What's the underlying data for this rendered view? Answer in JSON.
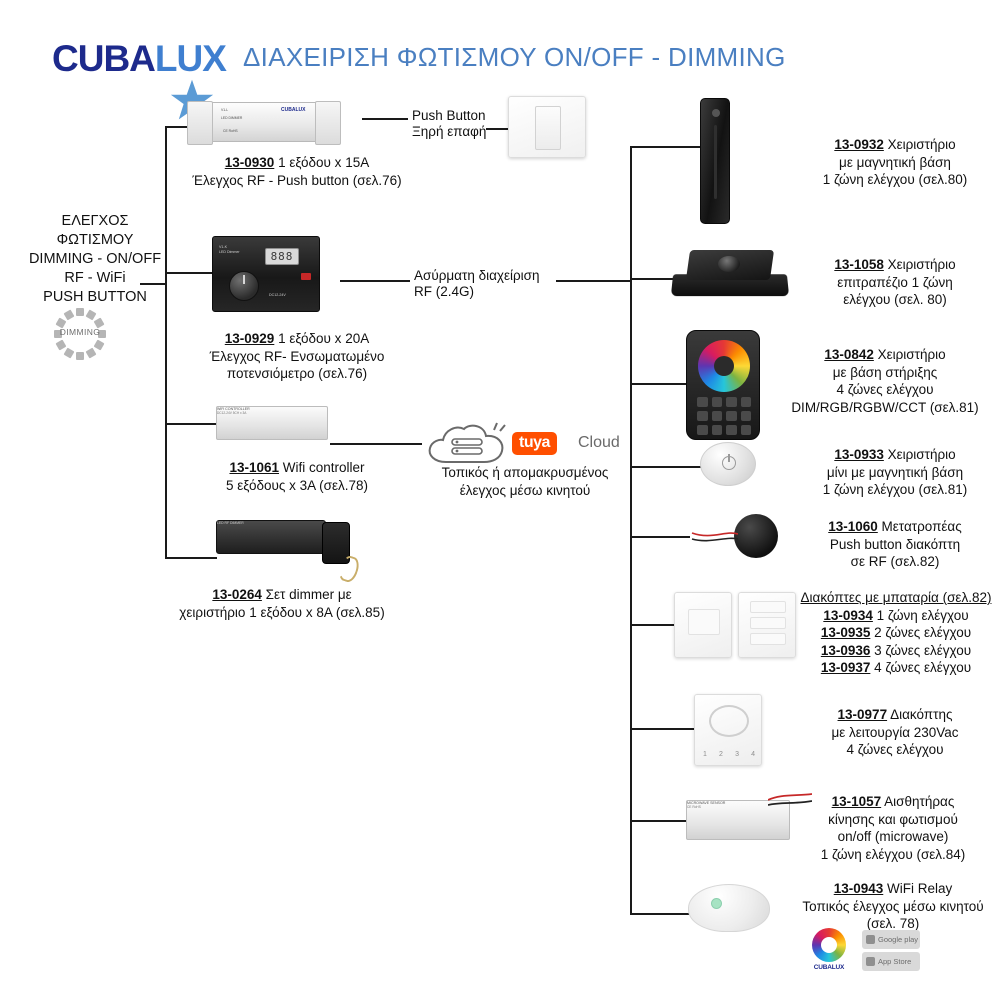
{
  "header": {
    "brand_cuba": "CUBA",
    "brand_lux": "LUX",
    "brand_star_icon": "star-icon",
    "title": "ΔΙΑΧΕΙΡΙΣΗ ΦΩΤΙΣΜΟΥ ON/OFF - DIMMING",
    "title_color": "#4a7fc1",
    "brand_color_primary": "#1d2a8c",
    "brand_color_secondary": "#3f7fd0"
  },
  "left_panel": {
    "heading_lines": [
      "ΕΛΕΓΧΟΣ",
      "ΦΩΤΙΣΜΟΥ",
      "DIMMING - ON/OFF",
      "RF - WiFi",
      "PUSH BUTTON"
    ],
    "dial_label": "DIMMING"
  },
  "left_products": [
    {
      "code": "13-0930",
      "line1_rest": " 1 εξόδου x 15A",
      "line2": "Έλεγχος RF - Push button (σελ.76)",
      "device_icon": "led-controller-white"
    },
    {
      "code": "13-0929",
      "line1_rest": " 1 εξόδου x 20A",
      "line2": "Έλεγχος RF- Ενσωματωμένο",
      "line3": "ποτενσιόμετρο (σελ.76)",
      "device_icon": "led-dimmer-black",
      "display_value": "888"
    },
    {
      "code": "13-1061",
      "line1_rest": " Wifi controller",
      "line2": "5 εξόδους x 3A (σελ.78)",
      "device_icon": "wifi-controller-white"
    },
    {
      "code": "13-0264",
      "line1_rest": " Σετ dimmer με",
      "line2": "χειριστήριο 1 εξόδου x 8A (σελ.85)",
      "device_icon": "dimmer-set-with-remote"
    }
  ],
  "middle_nodes": {
    "push_button": {
      "line1": "Push Button",
      "line2": "Ξηρή επαφή",
      "device_icon": "wall-switch"
    },
    "wireless": {
      "line1": "Ασύρματη διαχείριση",
      "line2": "RF (2.4G)"
    },
    "cloud": {
      "cloud_icon": "cloud-server-icon",
      "badge": "tuya",
      "badge_color": "#ff4f00",
      "word": "Cloud",
      "line1": "Τοπικός ή απομακρυσμένος",
      "line2": "έλεγχος μέσω κινητού"
    }
  },
  "right_products": [
    {
      "code": "13-0932",
      "line1_rest": " Χειριστήριο",
      "line2": "με μαγνητική βάση",
      "line3": "1 ζώνη ελέγχου (σελ.80)",
      "device_icon": "wall-remote-magnetic-black"
    },
    {
      "code": "13-1058",
      "line1_rest": " Χειριστήριο",
      "line2": "επιτραπέζιο 1 ζώνη",
      "line3": "ελέγχου (σελ. 80)",
      "device_icon": "desktop-remote-black"
    },
    {
      "code": "13-0842",
      "line1_rest": " Χειριστήριο",
      "line2": "με βάση στήριξης",
      "line3": "4 ζώνες ελέγχου",
      "line4": "DIM/RGB/RGBW/CCT (σελ.81)",
      "device_icon": "rgb-touch-remote"
    },
    {
      "code": "13-0933",
      "line1_rest": " Χειριστήριο",
      "line2": "μίνι με μαγνητική βάση",
      "line3": "1 ζώνη ελέγχου (σελ.81)",
      "device_icon": "mini-round-remote-white"
    },
    {
      "code": "13-1060",
      "line1_rest": " Μετατροπέας",
      "line2": "Push button διακόπτη",
      "line3": "σε RF (σελ.82)",
      "device_icon": "push-button-to-rf-converter"
    },
    {
      "code": "13-0977",
      "line1_rest": " Διακόπτης",
      "line2": "με λειτουργία 230Vac",
      "line3": "4 ζώνες ελέγχου",
      "device_icon": "wall-dimmer-panel",
      "panel_numbers": "1  2  3  4"
    },
    {
      "code": "13-1057",
      "line1_rest": " Αισθητήρας",
      "line2": "κίνησης και φωτισμού",
      "line3": "on/off (microwave)",
      "line4": "1 ζώνη ελέγχου (σελ.84)",
      "device_icon": "microwave-motion-sensor"
    },
    {
      "code": "13-0943",
      "line1_rest": " WiFi Relay",
      "line2": "Τοπικός έλεγχος μέσω κινητού",
      "line3": "(σελ. 78)",
      "device_icon": "wifi-relay-dome"
    }
  ],
  "battery_switches": {
    "group_title": "Διακόπτες με μπαταρία (σελ.82)",
    "items": [
      {
        "code": "13-0934",
        "desc": "1  ζώνη ελέγχου"
      },
      {
        "code": "13-0935",
        "desc": "2 ζώνες ελέγχου"
      },
      {
        "code": "13-0936",
        "desc": "3 ζώνες ελέγχου"
      },
      {
        "code": "13-0937",
        "desc": "4 ζώνες ελέγχου"
      }
    ],
    "device_icon": "battery-wall-switches-pair"
  },
  "app_badges": {
    "google_play": "Google play",
    "app_store": "App Store",
    "logo_text": "CUBALUX"
  }
}
